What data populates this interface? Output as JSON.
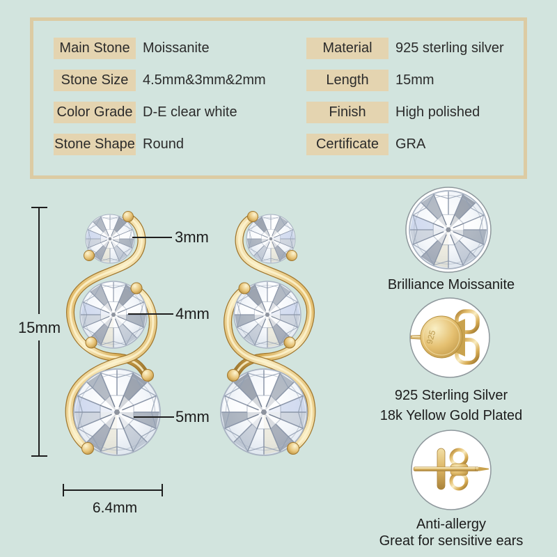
{
  "colors": {
    "background": "#d2e4de",
    "box_border": "#dccba3",
    "chip_background": "#e4d4b0",
    "gold_accent": "#dfb96a",
    "text": "#2b2b2b"
  },
  "spec_box": {
    "left_rows": [
      {
        "label": "Main Stone",
        "value": "Moissanite"
      },
      {
        "label": "Stone Size",
        "value": "4.5mm&3mm&2mm"
      },
      {
        "label": "Color Grade",
        "value": "D-E clear white"
      },
      {
        "label": "Stone Shape",
        "value": "Round"
      }
    ],
    "right_rows": [
      {
        "label": "Material",
        "value": "925 sterling silver"
      },
      {
        "label": "Length",
        "value": "15mm"
      },
      {
        "label": "Finish",
        "value": "High polished"
      },
      {
        "label": "Certificate",
        "value": "GRA"
      }
    ]
  },
  "diagram": {
    "height_label": "15mm",
    "width_label": "6.4mm",
    "callouts": [
      "3mm",
      "4mm",
      "5mm"
    ]
  },
  "details": [
    {
      "caption_lines": [
        "Brilliance Moissanite"
      ]
    },
    {
      "caption_lines": [
        "925 Sterling Silver",
        "18k Yellow Gold Plated"
      ],
      "marking": "925"
    },
    {
      "caption_lines": [
        "Anti-allergy",
        "Great for sensitive ears"
      ]
    }
  ]
}
